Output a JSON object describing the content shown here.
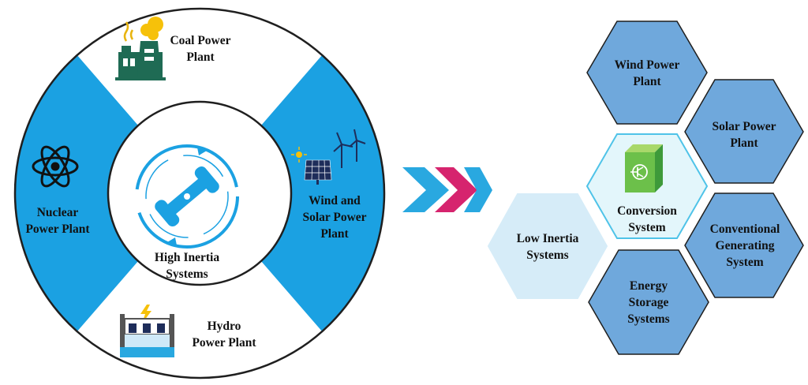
{
  "wheel": {
    "center_label": "High Inertia\nSystems",
    "segments": {
      "coal": "Coal Power\nPlant",
      "wind_solar": "Wind and\nSolar Power\nPlant",
      "hydro": "Hydro\nPower Plant",
      "nuclear": "Nuclear\nPower Plant"
    }
  },
  "hexagons": {
    "low_inertia": "Low Inertia\nSystems",
    "wind": "Wind Power\nPlant",
    "solar": "Solar Power\nPlant",
    "conversion": "Conversion\nSystem",
    "conventional": "Conventional\nGenerating\nSystem",
    "storage": "Energy\nStorage\nSystems"
  },
  "colors": {
    "blue_segment": "#1ba1e2",
    "ring_outline": "#1f1f1f",
    "hex_dark": "#6fa8dc",
    "hex_light": "#d6ecf8",
    "hex_center": "#e3f6fb",
    "arrow_blue": "#29a8e0",
    "arrow_magenta": "#d6246e",
    "icon_green": "#1f6b54"
  },
  "icons": [
    "factory-icon",
    "solar-wind-icon",
    "hydro-dam-icon",
    "atom-icon",
    "rotor-icon",
    "converter-module-icon"
  ]
}
